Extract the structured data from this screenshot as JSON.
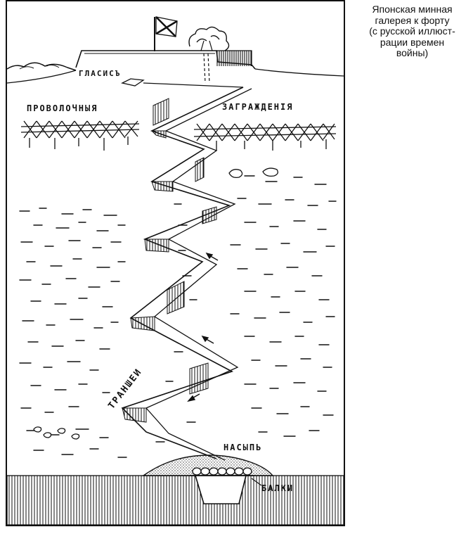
{
  "caption": "Японская минная\nгалерея к форту\n(с русской иллюст-\nрации времен\nвойны)",
  "labels": {
    "glacis": "ГЛАСИСЪ",
    "wire_left": "ПРОВОЛОЧНЫЯ",
    "wire_right": "ЗАГРАЖДЕНІЯ",
    "trenches": "ТРАНШЕИ",
    "embankment": "НАСЫПЬ",
    "beams": "БАЛКИ"
  }
}
